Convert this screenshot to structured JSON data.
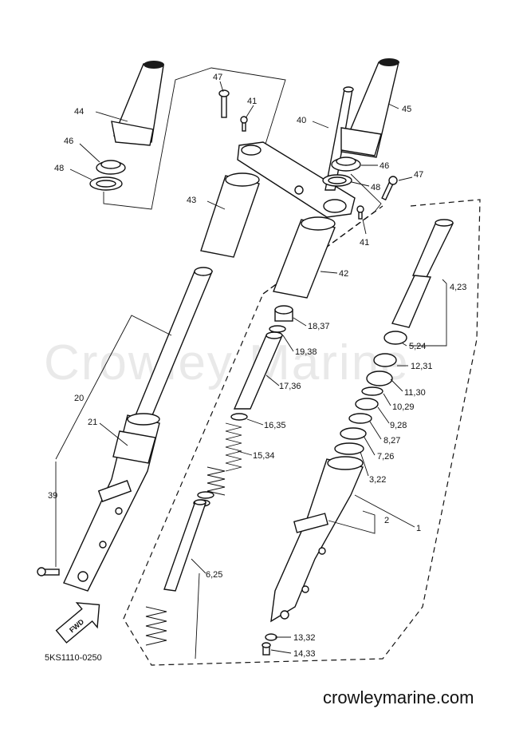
{
  "diagram": {
    "watermark": "Crowley Marine",
    "website": "crowleymarine.com",
    "drawing_code": "5KS1110-0250",
    "fwd_label": "FWD",
    "labels": {
      "l1": "1",
      "l2": "2",
      "l3_22": "3,22",
      "l4_23": "4,23",
      "l5_24": "5,24",
      "l6_25": "6,25",
      "l7_26": "7,26",
      "l8_27": "8,27",
      "l9_28": "9,28",
      "l10_29": "10,29",
      "l11_30": "11,30",
      "l12_31": "12,31",
      "l13_32": "13,32",
      "l14_33": "14,33",
      "l15_34": "15,34",
      "l16_35": "16,35",
      "l17_36": "17,36",
      "l18_37": "18,37",
      "l19_38": "19,38",
      "l20": "20",
      "l21": "21",
      "l39": "39",
      "l40": "40",
      "l41a": "41",
      "l41b": "41",
      "l42": "42",
      "l43": "43",
      "l44": "44",
      "l45": "45",
      "l46a": "46",
      "l46b": "46",
      "l47a": "47",
      "l47b": "47",
      "l48a": "48",
      "l48b": "48"
    }
  }
}
